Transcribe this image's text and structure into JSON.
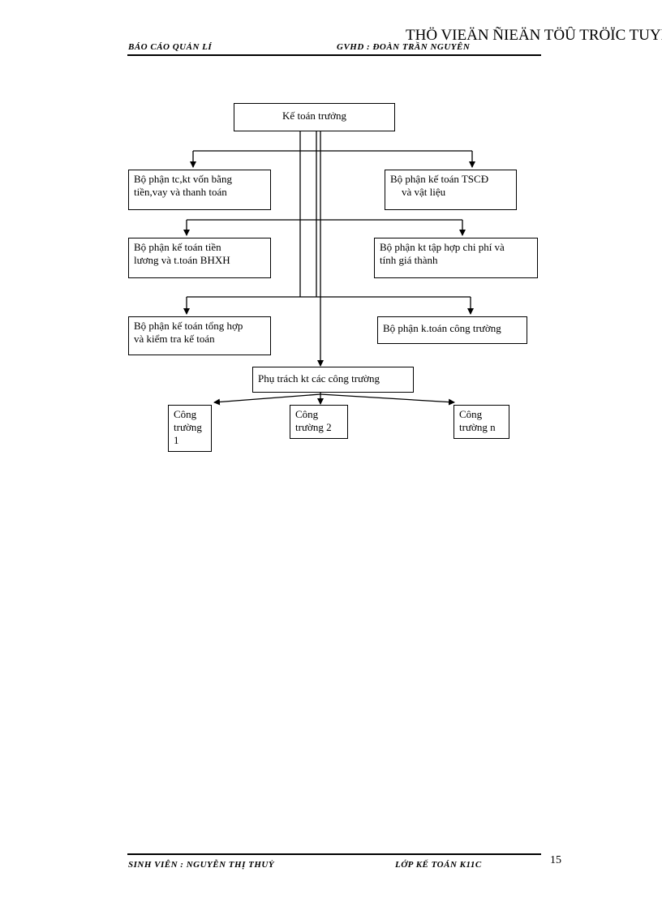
{
  "watermark": "THÖ VIEÄN ÑIEÄN TÖÛ TRÖÏC TUYEÁN",
  "header": {
    "left": "BÁO CÁO QUẢN LÍ",
    "right": "GVHD : ĐOÀN TRẦN NGUYÊN"
  },
  "chart": {
    "root": "Kế toán trưởng",
    "b1": [
      "Bộ phận tc,kt vốn bằng",
      "tiền,vay và thanh toán"
    ],
    "b2": [
      "Bộ phận kế toán TSCĐ",
      "và vật liệu"
    ],
    "b3": [
      "Bộ phận kế toán tiền",
      "lương và t.toán BHXH"
    ],
    "b4": [
      "Bộ phận kt tập hợp chi phí và",
      "tính giá thành"
    ],
    "b5": [
      "Bộ phận kế toán tổng hợp",
      "và kiểm tra kế toán"
    ],
    "b6": "Bộ phận k.toán công trường",
    "site_lead": "Phụ trách kt  các  công trường",
    "sites": [
      [
        "Công",
        "trường",
        "1"
      ],
      [
        "Công",
        "trường 2"
      ],
      [
        "Công",
        "trường n"
      ]
    ]
  },
  "footer": {
    "left": "SINH VIÊN :  NGUYỄN THỊ THUỶ",
    "right": "LỚP KẾ TOÁN K11C"
  },
  "page_number": "15"
}
